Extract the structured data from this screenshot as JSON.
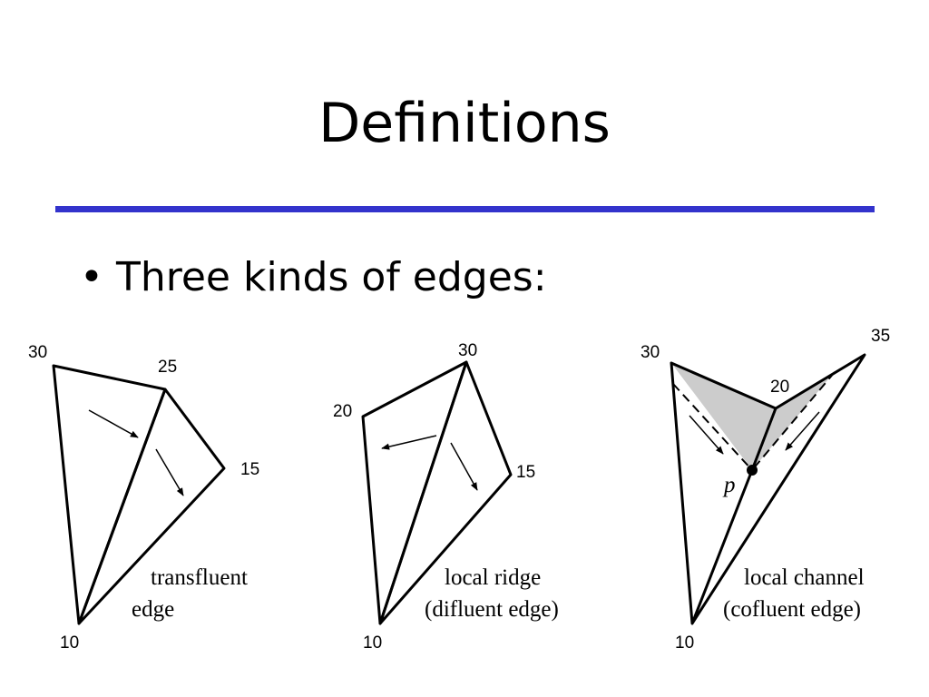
{
  "title": "Definitions",
  "bullet": "Three kinds of edges:",
  "accent_color": "#3333cc",
  "diagrams": [
    {
      "labels": [
        "30",
        "25",
        "15",
        "10"
      ],
      "caption_lines": [
        "transfluent",
        "edge"
      ]
    },
    {
      "labels": [
        "30",
        "20",
        "15",
        "10"
      ],
      "caption_lines": [
        "local ridge",
        "(difluent edge)"
      ]
    },
    {
      "labels": [
        "30",
        "35",
        "20",
        "10"
      ],
      "point_label": "p",
      "caption_lines": [
        "local channel",
        "(cofluent edge)"
      ]
    }
  ]
}
